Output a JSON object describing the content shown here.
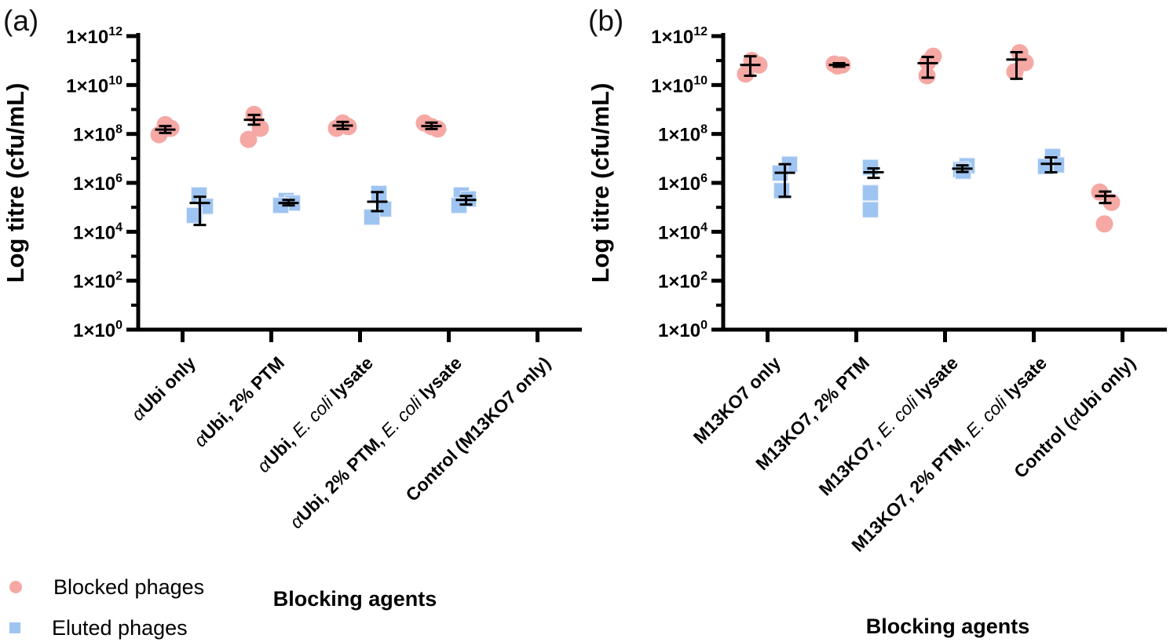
{
  "figure": {
    "legend": [
      {
        "label": "Blocked phages",
        "marker": "circle",
        "color": "#F6A8A4"
      },
      {
        "label": "Eluted phages",
        "marker": "square",
        "color": "#9EC4F2"
      }
    ],
    "colors": {
      "blocked": "#F6A8A4",
      "eluted": "#9EC4F2",
      "axis": "#000000",
      "error_bar": "#000000"
    }
  },
  "chart_data": [
    {
      "panel_label": "(a)",
      "type": "scatter",
      "yscale": "log",
      "ylim": [
        1,
        1000000000000.0
      ],
      "ytick_base": "1×10",
      "ytick_exponents": [
        0,
        2,
        4,
        6,
        8,
        10,
        12
      ],
      "ylabel": "Log titre (cfu/mL)",
      "xlabel": "Blocking agents",
      "categories": [
        {
          "segments": [
            {
              "t": "α",
              "i": true
            },
            {
              "t": "Ubi only"
            }
          ]
        },
        {
          "segments": [
            {
              "t": "α",
              "i": true
            },
            {
              "t": "Ubi, 2% PTM"
            }
          ]
        },
        {
          "segments": [
            {
              "t": "α",
              "i": true
            },
            {
              "t": "Ubi, "
            },
            {
              "t": "E. coli",
              "i": true
            },
            {
              "t": " lysate"
            }
          ]
        },
        {
          "segments": [
            {
              "t": "α",
              "i": true
            },
            {
              "t": "Ubi, 2% PTM, "
            },
            {
              "t": "E. coli",
              "i": true
            },
            {
              "t": " lysate"
            }
          ]
        },
        {
          "segments": [
            {
              "t": "Control (M13KO7 only)"
            }
          ]
        }
      ],
      "series": [
        {
          "name": "Blocked phages",
          "marker": "circle",
          "color": "#F6A8A4",
          "offset_x": -22,
          "points": [
            [
              [
                -8,
                93000000.0
              ],
              [
                0,
                240000000.0
              ],
              [
                7,
                170000000.0
              ]
            ],
            [
              [
                0,
                630000000.0
              ],
              [
                8,
                170000000.0
              ],
              [
                -7,
                60000000.0
              ]
            ],
            [
              [
                -8,
                170000000.0
              ],
              [
                0,
                280000000.0
              ],
              [
                7,
                200000000.0
              ]
            ],
            [
              [
                -9,
                280000000.0
              ],
              [
                0,
                200000000.0
              ],
              [
                8,
                160000000.0
              ]
            ],
            []
          ],
          "mean": [
            150000000.0,
            380000000.0,
            220000000.0,
            210000000.0,
            null
          ],
          "err_lo": [
            110000000.0,
            240000000.0,
            160000000.0,
            160000000.0,
            null
          ],
          "err_hi": [
            210000000.0,
            600000000.0,
            310000000.0,
            290000000.0,
            null
          ]
        },
        {
          "name": "Eluted phages",
          "marker": "square",
          "color": "#9EC4F2",
          "offset_x": 22,
          "points": [
            [
              [
                -1,
                320000.0
              ],
              [
                7,
                110000.0
              ],
              [
                -7,
                47000.0
              ]
            ],
            [
              [
                -3,
                190000.0
              ],
              [
                5,
                150000.0
              ],
              [
                -10,
                120000.0
              ]
            ],
            [
              [
                2,
                370000.0
              ],
              [
                8,
                85000.0
              ],
              [
                -7,
                40000.0
              ]
            ],
            [
              [
                -6,
                320000.0
              ],
              [
                3,
                220000.0
              ],
              [
                -9,
                120000.0
              ]
            ],
            []
          ],
          "mean": [
            150000.0,
            150000.0,
            170000.0,
            200000.0,
            null
          ],
          "err_lo": [
            19000.0,
            120000.0,
            70000.0,
            130000.0,
            null
          ],
          "err_hi": [
            270000.0,
            200000.0,
            420000.0,
            290000.0,
            null
          ]
        }
      ]
    },
    {
      "panel_label": "(b)",
      "type": "scatter",
      "yscale": "log",
      "ylim": [
        1,
        1000000000000.0
      ],
      "ytick_base": "1×10",
      "ytick_exponents": [
        0,
        2,
        4,
        6,
        8,
        10,
        12
      ],
      "ylabel": "Log titre (cfu/mL)",
      "xlabel": "Blocking agents",
      "categories": [
        {
          "segments": [
            {
              "t": "M13KO7 only"
            }
          ]
        },
        {
          "segments": [
            {
              "t": "M13KO7, 2% PTM"
            }
          ]
        },
        {
          "segments": [
            {
              "t": "M13KO7, "
            },
            {
              "t": "E. coli",
              "i": true
            },
            {
              "t": " lysate"
            }
          ]
        },
        {
          "segments": [
            {
              "t": "M13KO7, 2% PTM, "
            },
            {
              "t": "E. coli",
              "i": true
            },
            {
              "t": " lysate"
            }
          ]
        },
        {
          "segments": [
            {
              "t": "Control ("
            },
            {
              "t": "α",
              "i": true
            },
            {
              "t": "Ubi only)"
            }
          ]
        }
      ],
      "series": [
        {
          "name": "Blocked phages",
          "marker": "circle",
          "color": "#F6A8A4",
          "offset_x": -22,
          "points": [
            [
              [
                2,
                100000000000.0
              ],
              [
                11,
                66000000000.0
              ],
              [
                -6,
                28000000000.0
              ]
            ],
            [
              [
                -6,
                72000000000.0
              ],
              [
                4,
                66000000000.0
              ],
              [
                -2,
                60000000000.0
              ]
            ],
            [
              [
                7,
                150000000000.0
              ],
              [
                0,
                87000000000.0
              ],
              [
                -1,
                24000000000.0
              ]
            ],
            [
              [
                4,
                210000000000.0
              ],
              [
                11,
                83000000000.0
              ],
              [
                -2,
                35000000000.0
              ]
            ],
            [
              [
                -7,
                420000.0
              ],
              [
                8,
                160000.0
              ],
              [
                -1,
                21000.0
              ]
            ]
          ],
          "mean": [
            66000000000.0,
            66000000000.0,
            78000000000.0,
            110000000000.0,
            290000.0
          ],
          "err_lo": [
            24000000000.0,
            56000000000.0,
            20000000000.0,
            18000000000.0,
            150000.0
          ],
          "err_hi": [
            150000000000.0,
            78000000000.0,
            140000000000.0,
            220000000000.0,
            440000.0
          ]
        },
        {
          "name": "Eluted phages",
          "marker": "square",
          "color": "#9EC4F2",
          "offset_x": 22,
          "points": [
            [
              [
                6,
                5800000.0
              ],
              [
                -6,
                2500000.0
              ],
              [
                -4,
                480000.0
              ]
            ],
            [
              [
                -4,
                4300000.0
              ],
              [
                -4,
                390000.0
              ],
              [
                -4,
                80000.0
              ]
            ],
            [
              [
                6,
                5000000.0
              ],
              [
                -2,
                3500000.0
              ],
              [
                1,
                3000000.0
              ]
            ],
            [
              [
                2,
                12000000.0
              ],
              [
                7,
                5400000.0
              ],
              [
                -7,
                4700000.0
              ]
            ],
            []
          ],
          "mean": [
            2600000.0,
            2700000.0,
            3800000.0,
            6000000.0,
            null
          ],
          "err_lo": [
            270000.0,
            1600000.0,
            2800000.0,
            2700000.0,
            null
          ],
          "err_hi": [
            5800000.0,
            3900000.0,
            5200000.0,
            11000000.0,
            null
          ]
        }
      ]
    }
  ]
}
